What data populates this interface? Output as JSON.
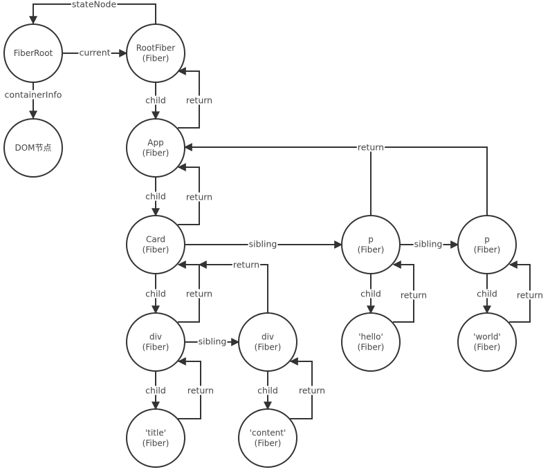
{
  "diagram": {
    "nodes": [
      {
        "id": "fiberroot",
        "lines": [
          "FiberRoot"
        ]
      },
      {
        "id": "dom",
        "lines": [
          "DOM节点"
        ]
      },
      {
        "id": "rootfiber",
        "lines": [
          "RootFiber",
          "(Fiber)"
        ]
      },
      {
        "id": "app",
        "lines": [
          "App",
          "(Fiber)"
        ]
      },
      {
        "id": "card",
        "lines": [
          "Card",
          "(Fiber)"
        ]
      },
      {
        "id": "div1",
        "lines": [
          "div",
          "(Fiber)"
        ]
      },
      {
        "id": "div2",
        "lines": [
          "div",
          "(Fiber)"
        ]
      },
      {
        "id": "title",
        "lines": [
          "'title'",
          "(Fiber)"
        ]
      },
      {
        "id": "content",
        "lines": [
          "'content'",
          "(Fiber)"
        ]
      },
      {
        "id": "p1",
        "lines": [
          "p",
          "(Fiber)"
        ]
      },
      {
        "id": "p2",
        "lines": [
          "p",
          "(Fiber)"
        ]
      },
      {
        "id": "hello",
        "lines": [
          "'hello'",
          "(Fiber)"
        ]
      },
      {
        "id": "world",
        "lines": [
          "'world'",
          "(Fiber)"
        ]
      }
    ],
    "edges": [
      {
        "id": "rootfiber-statenode-fiberroot",
        "from": "rootfiber",
        "to": "fiberroot",
        "label": "stateNode"
      },
      {
        "id": "fiberroot-current-rootfiber",
        "from": "fiberroot",
        "to": "rootfiber",
        "label": "current"
      },
      {
        "id": "fiberroot-containerinfo-dom",
        "from": "fiberroot",
        "to": "dom",
        "label": "containerInfo"
      },
      {
        "id": "rootfiber-child-app",
        "from": "rootfiber",
        "to": "app",
        "label": "child"
      },
      {
        "id": "app-return-rootfiber",
        "from": "app",
        "to": "rootfiber",
        "label": "return"
      },
      {
        "id": "app-child-card",
        "from": "app",
        "to": "card",
        "label": "child"
      },
      {
        "id": "card-return-app",
        "from": "card",
        "to": "app",
        "label": "return"
      },
      {
        "id": "card-sibling-p1",
        "from": "card",
        "to": "p1",
        "label": "sibling"
      },
      {
        "id": "p1-sibling-p2",
        "from": "p1",
        "to": "p2",
        "label": "sibling"
      },
      {
        "id": "p-return-app",
        "from": "p1,p2",
        "to": "app",
        "label": "return"
      },
      {
        "id": "card-child-div1",
        "from": "card",
        "to": "div1",
        "label": "child"
      },
      {
        "id": "div1-return-card",
        "from": "div1",
        "to": "card",
        "label": "return"
      },
      {
        "id": "div2-return-card",
        "from": "div2",
        "to": "card",
        "label": "return"
      },
      {
        "id": "div1-sibling-div2",
        "from": "div1",
        "to": "div2",
        "label": "sibling"
      },
      {
        "id": "div1-child-title",
        "from": "div1",
        "to": "title",
        "label": "child"
      },
      {
        "id": "title-return-div1",
        "from": "title",
        "to": "div1",
        "label": "return"
      },
      {
        "id": "div2-child-content",
        "from": "div2",
        "to": "content",
        "label": "child"
      },
      {
        "id": "content-return-div2",
        "from": "content",
        "to": "div2",
        "label": "return"
      },
      {
        "id": "p1-child-hello",
        "from": "p1",
        "to": "hello",
        "label": "child"
      },
      {
        "id": "hello-return-p1",
        "from": "hello",
        "to": "p1",
        "label": "return"
      },
      {
        "id": "p2-child-world",
        "from": "p2",
        "to": "world",
        "label": "child"
      },
      {
        "id": "world-return-p2",
        "from": "world",
        "to": "p2",
        "label": "return"
      }
    ]
  }
}
